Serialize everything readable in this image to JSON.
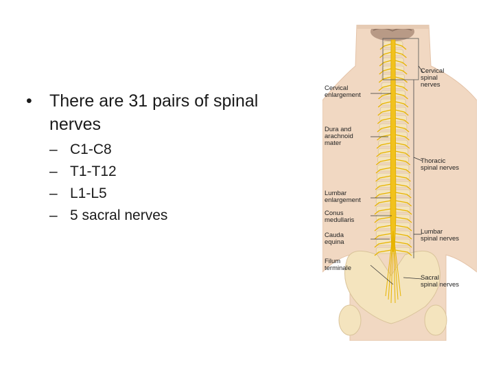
{
  "bullets": {
    "main": "There are 31 pairs of spinal nerves",
    "sub": [
      "C1-C8",
      "T1-T12",
      "L1-L5",
      "5 sacral nerves"
    ],
    "bullet_char": "•",
    "dash_char": "–"
  },
  "figure": {
    "labels_left": {
      "cervical_enlargement": "Cervical\nenlargement",
      "dura": "Dura and\narachnoid\nmater",
      "lumbar_enlargement": "Lumbar\nenlargement",
      "conus": "Conus\nmedullaris",
      "cauda": "Cauda\nequina",
      "filum": "Filum\nterminale"
    },
    "labels_right": {
      "cervical": "Cervical\nspinal\nnerves",
      "thoracic": "Thoracic\nspinal nerves",
      "lumbar": "Lumbar\nspinal nerves",
      "sacral": "Sacral\nspinal nerves"
    },
    "colors": {
      "skin": "#f1d8c2",
      "bone": "#f4e4be",
      "cord": "#f2c21c",
      "brain": "#b89a86",
      "label_line": "#333333"
    }
  }
}
